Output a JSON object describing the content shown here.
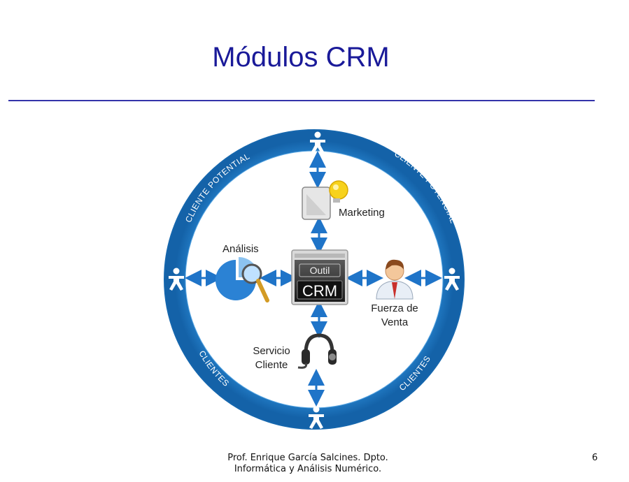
{
  "slide": {
    "title": "Módulos CRM",
    "footer_line1": "Prof. Enrique García Salcines. Dpto.",
    "footer_line2": "Informática y Análisis Numérico.",
    "page_number": "6"
  },
  "diagram": {
    "ring_labels": {
      "top_left": "CLIENTE POTENTIAL",
      "top_right": "CLIENTE POTENCIAL",
      "bottom_left": "CLIENTES",
      "bottom_right": "CLIENTES"
    },
    "center": {
      "line1": "Outil",
      "line2": "CRM"
    },
    "modules": {
      "marketing": "Marketing",
      "analisis": "Análisis",
      "fuerza_line1": "Fuerza de",
      "fuerza_line2": "Venta",
      "servicio_line1": "Servicio",
      "servicio_line2": "Cliente"
    },
    "colors": {
      "ring": "#1f7fc9",
      "ring_dark": "#1566ad",
      "arrow": "#1f74c8",
      "title": "#1a1a99"
    }
  }
}
